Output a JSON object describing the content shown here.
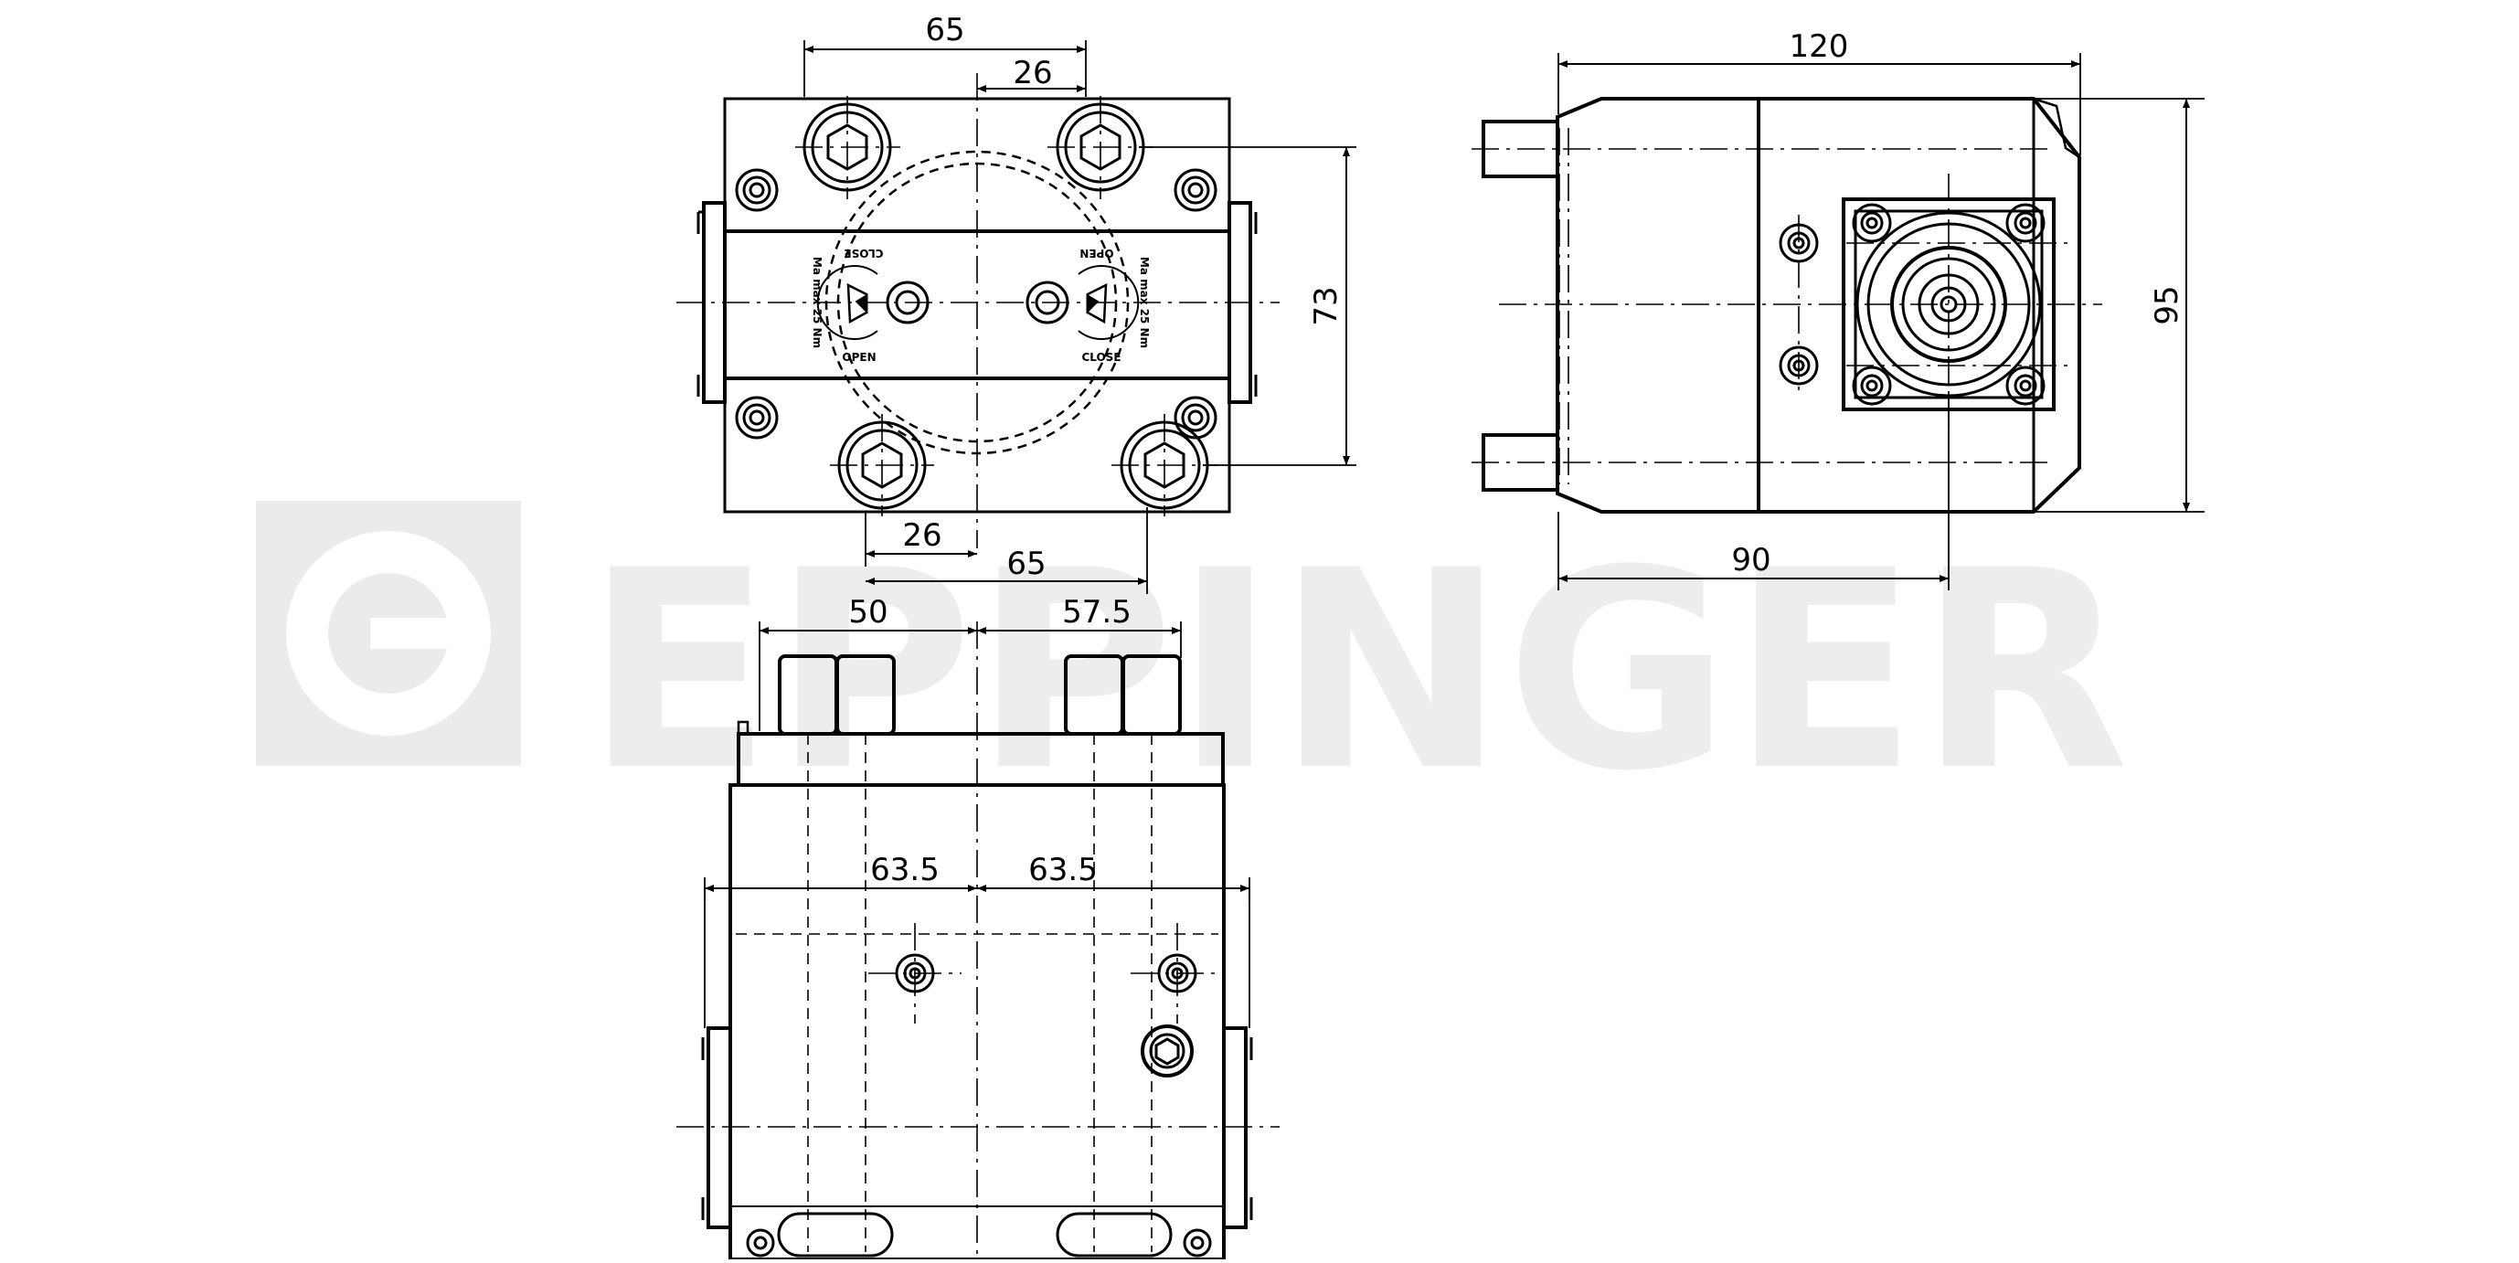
{
  "watermark": {
    "brand": "EPPINGER",
    "color": "#e6e6e6"
  },
  "colors": {
    "line": "#000000",
    "background": "#ffffff"
  },
  "top_view": {
    "dimensions": {
      "d65_top": "65",
      "d26_top": "26",
      "d73": "73",
      "d26_bottom": "26",
      "d65_bottom": "65"
    },
    "valve_labels": {
      "close_left": "CLOSE",
      "open_left": "OPEN",
      "mark_left": "Ma max 25 Nm",
      "open_right": "OPEN",
      "close_right": "CLOSE",
      "mark_right": "Ma max 25 Nm"
    }
  },
  "side_view": {
    "dimensions": {
      "d120": "120",
      "d95": "95",
      "d90": "90"
    }
  },
  "front_view": {
    "dimensions": {
      "d50": "50",
      "d57_5": "57.5",
      "d63_5_left": "63.5",
      "d63_5_right": "63.5"
    }
  }
}
